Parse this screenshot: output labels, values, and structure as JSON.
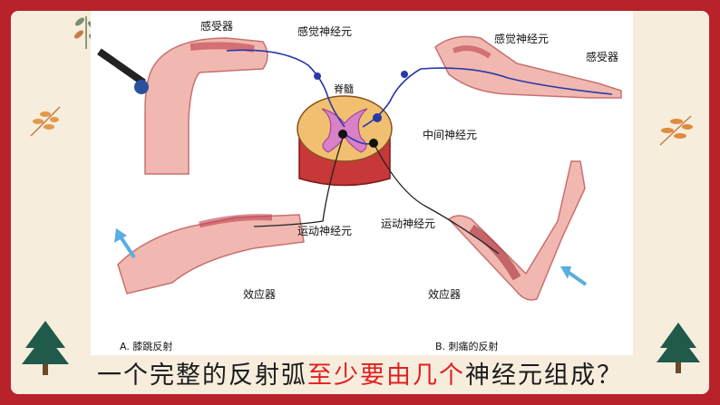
{
  "colors": {
    "frame": "#b8222a",
    "panel": "#f7eddd",
    "highlight": "#e02020",
    "neuron": "#2838a8"
  },
  "figure": {
    "labels": {
      "receptor_left": "感受器",
      "sensory_neuron_left": "感觉神经元",
      "sensory_neuron_right": "感觉神经元",
      "receptor_right": "感受器",
      "spinal_cord": "脊髓",
      "interneuron": "中间神经元",
      "motor_neuron_left": "运动神经元",
      "motor_neuron_right": "运动神经元",
      "effector_left": "效应器",
      "effector_right": "效应器",
      "caption_a": "A. 膝跳反射",
      "caption_b": "B. 刺痛的反射"
    }
  },
  "question": {
    "before": "一个完整的反射弧",
    "highlight": "至少要由几个",
    "after": "神经元组成？"
  },
  "decorations": [
    "leaf-icon",
    "leaf-icon",
    "leaf-icon",
    "pine-tree-icon",
    "pine-tree-icon"
  ]
}
